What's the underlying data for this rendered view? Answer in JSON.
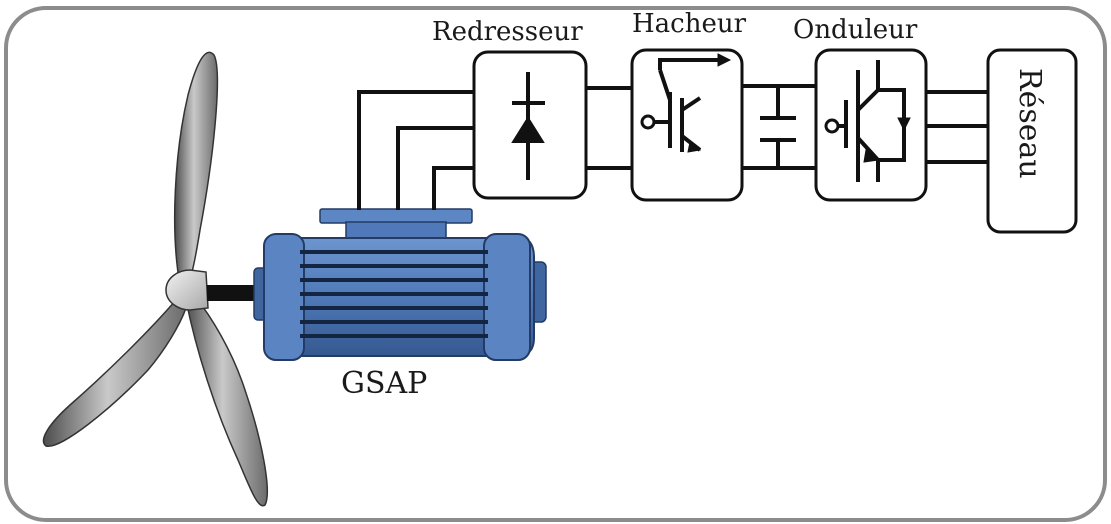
{
  "diagram": {
    "colors": {
      "frame_border": "#8c8c8c",
      "wire": "#111111",
      "box_fill": "#ffffff",
      "box_border": "#111111",
      "generator_blue": "#4f79b8",
      "generator_dark": "#243b66",
      "blade_gray": "#8a8a8a"
    },
    "labels": {
      "rectifier": "Redresseur",
      "chopper": "Hacheur",
      "inverter": "Onduleur",
      "grid": "Réseau",
      "generator": "GSAP"
    }
  }
}
